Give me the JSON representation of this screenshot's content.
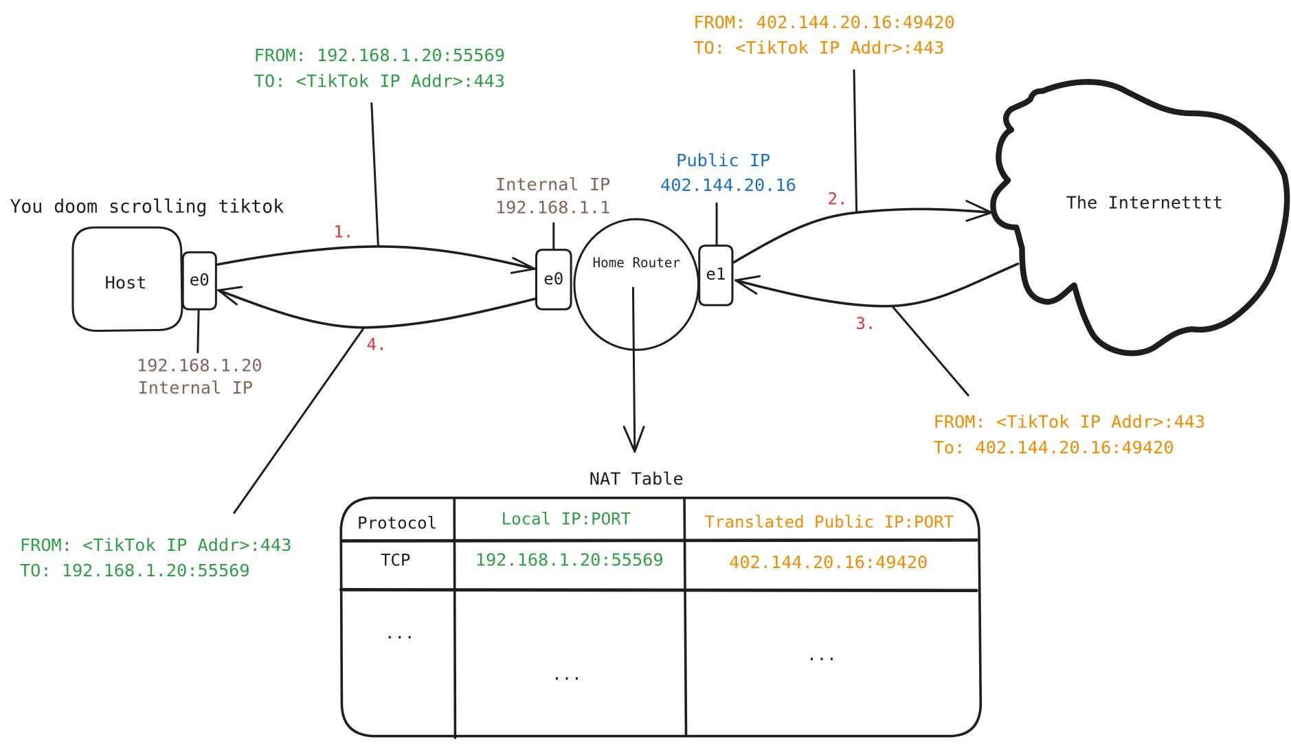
{
  "colors": {
    "ink": "#1e1e1e",
    "green": "#2f9e44",
    "orange": "#f08c00",
    "blue": "#1971c2",
    "brown": "#846358",
    "red": "#e03131",
    "background": "#ffffff"
  },
  "host": {
    "caption": "You doom scrolling tiktok",
    "label": "Host",
    "interface": "e0",
    "ip": "192.168.1.20",
    "ip_label": "Internal IP"
  },
  "router": {
    "label": "Home Router",
    "internal_interface": "e0",
    "external_interface": "e1",
    "internal_ip_label": "Internal IP",
    "internal_ip": "192.168.1.1",
    "public_ip_label": "Public IP",
    "public_ip": "402.144.20.16"
  },
  "internet": {
    "label": "The Internetttt"
  },
  "steps": [
    {
      "number": "1.",
      "from": "FROM: 192.168.1.20:55569",
      "to": "TO: <TikTok IP Addr>:443",
      "color": "green"
    },
    {
      "number": "2.",
      "from": "FROM: 402.144.20.16:49420",
      "to": "TO: <TikTok IP Addr>:443",
      "color": "orange"
    },
    {
      "number": "3.",
      "from": "FROM: <TikTok IP Addr>:443",
      "to": "To: 402.144.20.16:49420",
      "color": "orange"
    },
    {
      "number": "4.",
      "from": "FROM: <TikTok IP Addr>:443",
      "to": "TO: 192.168.1.20:55569",
      "color": "green"
    }
  ],
  "nat_table": {
    "title": "NAT Table",
    "headers": [
      "Protocol",
      "Local IP:PORT",
      "Translated Public IP:PORT"
    ],
    "rows": [
      [
        "TCP",
        "192.168.1.20:55569",
        "402.144.20.16:49420"
      ],
      [
        "...",
        "...",
        "..."
      ]
    ]
  }
}
